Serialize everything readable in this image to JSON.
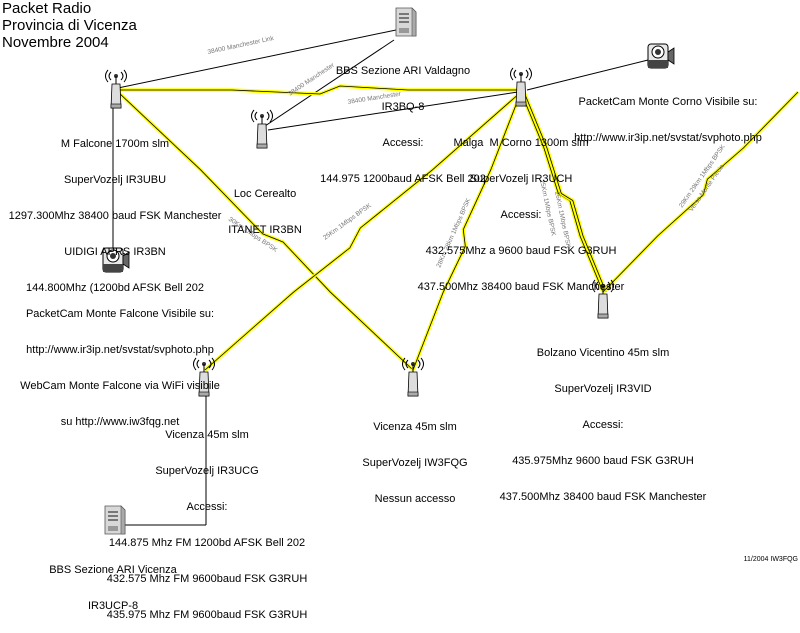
{
  "title": [
    "Packet Radio",
    "Provincia di Vicenza",
    "Novembre 2004"
  ],
  "footer": "11/2004 IW3FQG",
  "nodes": {
    "falcone": {
      "lines": [
        "M Falcone 1700m slm",
        "SuperVozelj IR3UBU",
        "1297.300Mhz 38400 baud FSK Manchester",
        "UIDIGI APRS IR3BN",
        "144.800Mhz (1200bd AFSK Bell 202"
      ]
    },
    "bbs_valdagno": {
      "lines": [
        "BBS Sezione ARI Valdagno",
        "IR3BQ-8",
        "Accessi:",
        "144.975 1200baud AFSK Bell 202"
      ]
    },
    "cerealto": {
      "lines": [
        "Loc Cerealto",
        "ITANET IR3BN"
      ]
    },
    "corno": {
      "lines": [
        "Malga  M Corno 1300m slm",
        "SuperVozelj IR3UCH",
        "Accessi:",
        "432.575Mhz a 9600 baud FSK G3RUH",
        "437.500Mhz 38400 baud FSK Manchester"
      ]
    },
    "cam_corno": {
      "lines": [
        "PacketCam Monte Corno Visibile su:",
        "http://www.ir3ip.net/svstat/svphoto.php"
      ]
    },
    "cam_falcone": {
      "lines": [
        "PacketCam Monte Falcone Visibile su:",
        "http://www.ir3ip.net/svstat/svphoto.php",
        "WebCam Monte Falcone via WiFi visibile",
        "su http://www.iw3fqg.net"
      ]
    },
    "bolzano": {
      "lines": [
        "Bolzano Vicentino 45m slm",
        "SuperVozelj IR3VID",
        "Accessi:",
        "435.975Mhz 9600 baud FSK G3RUH",
        "437.500Mhz 38400 baud FSK Manchester"
      ]
    },
    "vicenza_iw3fqg": {
      "lines": [
        "Vicenza 45m slm",
        "SuperVozelj IW3FQG",
        "Nessun accesso"
      ]
    },
    "vicenza_ucg": {
      "lines": [
        "Vicenza 45m slm",
        "SuperVozelj IR3UCG",
        "Accessi:",
        "144.875 Mhz FM 1200bd AFSK Bell 202",
        "432.575 Mhz FM 9600baud FSK G3RUH",
        "435.975 Mhz FM 9600baud FSK G3RUH"
      ]
    },
    "bbs_vicenza": {
      "lines": [
        "BBS Sezione ARI Vicenza",
        "IR3UCP-8"
      ]
    }
  },
  "link_labels": {
    "falcone_valdagno": "38400 Manchester Link",
    "cerealto_valdagno": "38400 Manchester",
    "cerealto_corno": "38400 Manchester",
    "falcone_iw3fqg": "30Km 1Mbps BPSK",
    "corno_ucg": "25Km 1Mbps BPSK",
    "corno_iw3fqg": "28Km 28km 1Mbps BPSK",
    "corno_bolzano": "25Km 1Mbps BPSK",
    "corno_bolzano2": "26Km 1Mbps BPSK",
    "bolzano_right": "29Km 29km 1Mbps BPSK",
    "bolzano_right2": "Verso Monte Piecia"
  },
  "colors": {
    "radio_link": "#ffff00",
    "line": "#000000"
  }
}
